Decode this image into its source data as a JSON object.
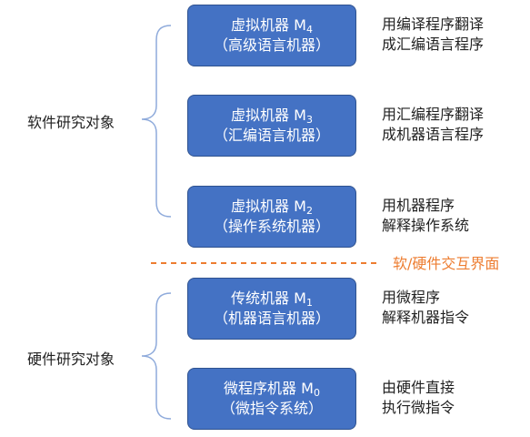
{
  "labels": {
    "software": "软件研究对象",
    "hardware": "硬件研究对象",
    "interface": "软/硬件交互界面"
  },
  "machines": [
    {
      "name": "虚拟机器 M",
      "sub": "4",
      "kind": "（高级语言机器）",
      "desc1": "用编译程序翻译",
      "desc2": "成汇编语言程序"
    },
    {
      "name": "虚拟机器 M",
      "sub": "3",
      "kind": "（汇编语言机器）",
      "desc1": "用汇编程序翻译",
      "desc2": "成机器语言程序"
    },
    {
      "name": "虚拟机器 M",
      "sub": "2",
      "kind": "（操作系统机器）",
      "desc1": "用机器程序",
      "desc2": "解释操作系统"
    },
    {
      "name": "传统机器 M",
      "sub": "1",
      "kind": "（机器语言机器）",
      "desc1": "用微程序",
      "desc2": "解释机器指令"
    },
    {
      "name": "微程序机器 M",
      "sub": "0",
      "kind": "（微指令系统）",
      "desc1": "由硬件直接",
      "desc2": "执行微指令"
    }
  ],
  "colors": {
    "box_fill": "#4472c4",
    "box_border": "#2f528f",
    "divider": "#ed7d31",
    "brace": "#8eaadb"
  }
}
